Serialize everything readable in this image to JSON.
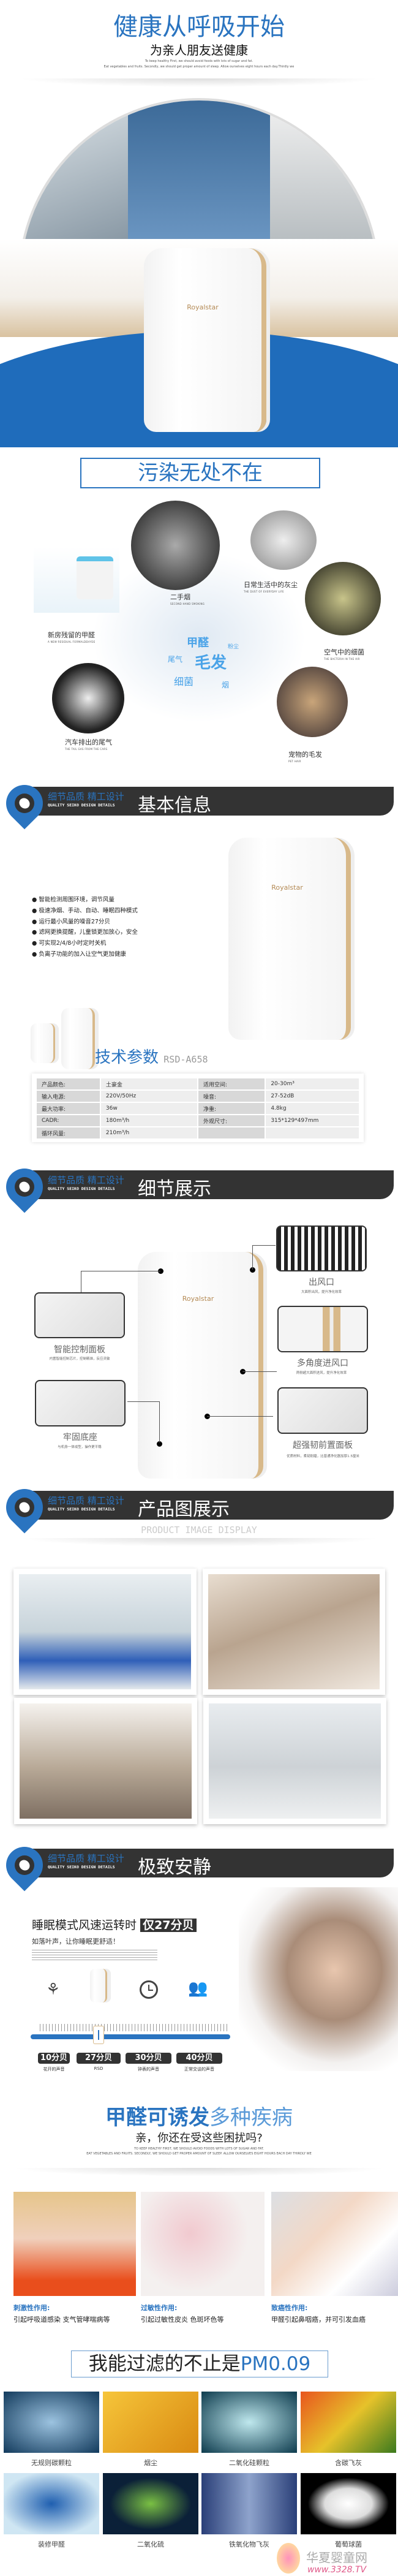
{
  "hero": {
    "title": "健康从呼吸开始",
    "subtitle": "为亲人朋友送健康",
    "english_lines": [
      "To keep healthy First, we should avoid foods with lots of sugar and fat.",
      "Eat vegetables and fruits. Secondly, we should get proper amount of sleep. Allow ourselves eight hours each day.Thirdly we"
    ],
    "brand": "Royalstar"
  },
  "pollution": {
    "title": "污染无处不在",
    "sources": [
      {
        "cn": "新房残留的甲醛",
        "en": "A NEW RESIDUAL FORMALDEHYDE"
      },
      {
        "cn": "二手烟",
        "en": "SECOND HAND SMOKING"
      },
      {
        "cn": "日常生活中的灰尘",
        "en": "THE DUST OF EVERYDAY LIFE"
      },
      {
        "cn": "空气中的细菌",
        "en": "THE BACTERIA IN THE AIR"
      },
      {
        "cn": "汽车排出的尾气",
        "en": "THE TAIL GAS FROM THE CARS"
      },
      {
        "cn": "宠物的毛发",
        "en": "PET HAIR"
      }
    ],
    "center_words": [
      "甲醛",
      "毛发",
      "尾气",
      "细菌",
      "烟",
      "粉尘"
    ]
  },
  "section_header": {
    "cn_tagline": "细节品质 精工设计",
    "en_tagline": "QUALITY SEIKO DESIGN DETAILS"
  },
  "sections": {
    "basic": "基本信息",
    "detail": "细节展示",
    "gallery": "产品图展示",
    "quiet": "极致安静"
  },
  "basic_info": {
    "features": [
      "智能检测周围环境，调节风量",
      "极速净烟、手动、自动、睡眠四种模式",
      "运行最小风量的噪音27分贝",
      "滤网更换提醒，儿童锁更加放心，安全",
      "可实现2/4/8小时定时关机",
      "负离子功能的加入让空气更加健康"
    ],
    "spec_title": "技术参数",
    "model": "RSD-A658",
    "specs": [
      [
        "产品颜色:",
        "土豪金",
        "适用空间:",
        "20-30m³"
      ],
      [
        "输入电源:",
        "220V/50Hz",
        "噪音:",
        "27-52dB"
      ],
      [
        "最大功率:",
        "36w",
        "净重:",
        "4.8kg"
      ],
      [
        "CADR:",
        "180m³/h",
        "外观尺寸:",
        "315*129*497mm"
      ],
      [
        "循环风量:",
        "210m³/h",
        "",
        ""
      ]
    ]
  },
  "details": [
    {
      "title": "智能控制面板",
      "desc": "内置智能控制芯片，控制精准，反应灵敏"
    },
    {
      "title": "出风口",
      "desc": "大面积出风，提升净化效率"
    },
    {
      "title": "多角度进风口",
      "desc": "两侧超大面积进风，提升净化效率"
    },
    {
      "title": "牢固底座",
      "desc": "与机身一体成型，操作更平稳"
    },
    {
      "title": "超强韧前置面板",
      "desc": "优质材料，柔韧耐磨，比普通净化器加厚1.5厘米"
    }
  ],
  "gallery": {
    "subtitle": "PRODUCT IMAGE DISPLAY"
  },
  "quiet": {
    "headline": "睡眠模式风速运转时",
    "highlight": "仅27分贝",
    "tagline": "如落叶声，让你睡眠更舒适！",
    "levels": [
      {
        "value": "10分贝",
        "label": "花开的声音",
        "icon": "rose-icon"
      },
      {
        "value": "27分贝",
        "label": "RSD",
        "icon": "purifier-icon"
      },
      {
        "value": "30分贝",
        "label": "钟表的声音",
        "icon": "clock-icon"
      },
      {
        "value": "40分贝",
        "label": "正常交谈的声音",
        "icon": "people-icon"
      }
    ],
    "accent": "#2a74c0"
  },
  "disease": {
    "title_strong": "甲醛可诱发",
    "title_light": "多种疾病",
    "subtitle": "亲，你还在受这些困扰吗?",
    "english_lines": [
      "TO KEEP HEALTHY FIRST, WE SHOULD AVOID FOODS WITH LOTS OF SUGAR AND FAT.",
      "EAT VEGETABLES AND FRUITS. SECONDLY, WE SHOULD GET PROPER AMOUNT OF SLEEP. ALLOW OURSELVES EIGHT HOURS EACH DAY THIRDLY WE"
    ],
    "effects": [
      {
        "title": "刺激性作用:",
        "desc": "引起呼吸道感染 支气管哮喘病等"
      },
      {
        "title": "过敏性作用:",
        "desc": "引起过敏性皮炎 色斑坏色等"
      },
      {
        "title": "致癌性作用:",
        "desc": "甲醛引起鼻咽癌，并可引发血癌"
      }
    ]
  },
  "filter": {
    "title_black": "我能过滤的不止是",
    "title_blue": "PM0.09",
    "items": [
      "无规则碳颗粒",
      "烟尘",
      "二氧化硅颗粒",
      "含碳飞灰",
      "装修甲醛",
      "二氧化硫",
      "铁氧化物飞灰",
      "葡萄球菌"
    ]
  },
  "watermark": {
    "name": "华夏婴童网",
    "url": "www.3328.TV"
  },
  "colors": {
    "blue": "#2a74c0",
    "dark": "#333333",
    "gold": "#d8b98a"
  }
}
